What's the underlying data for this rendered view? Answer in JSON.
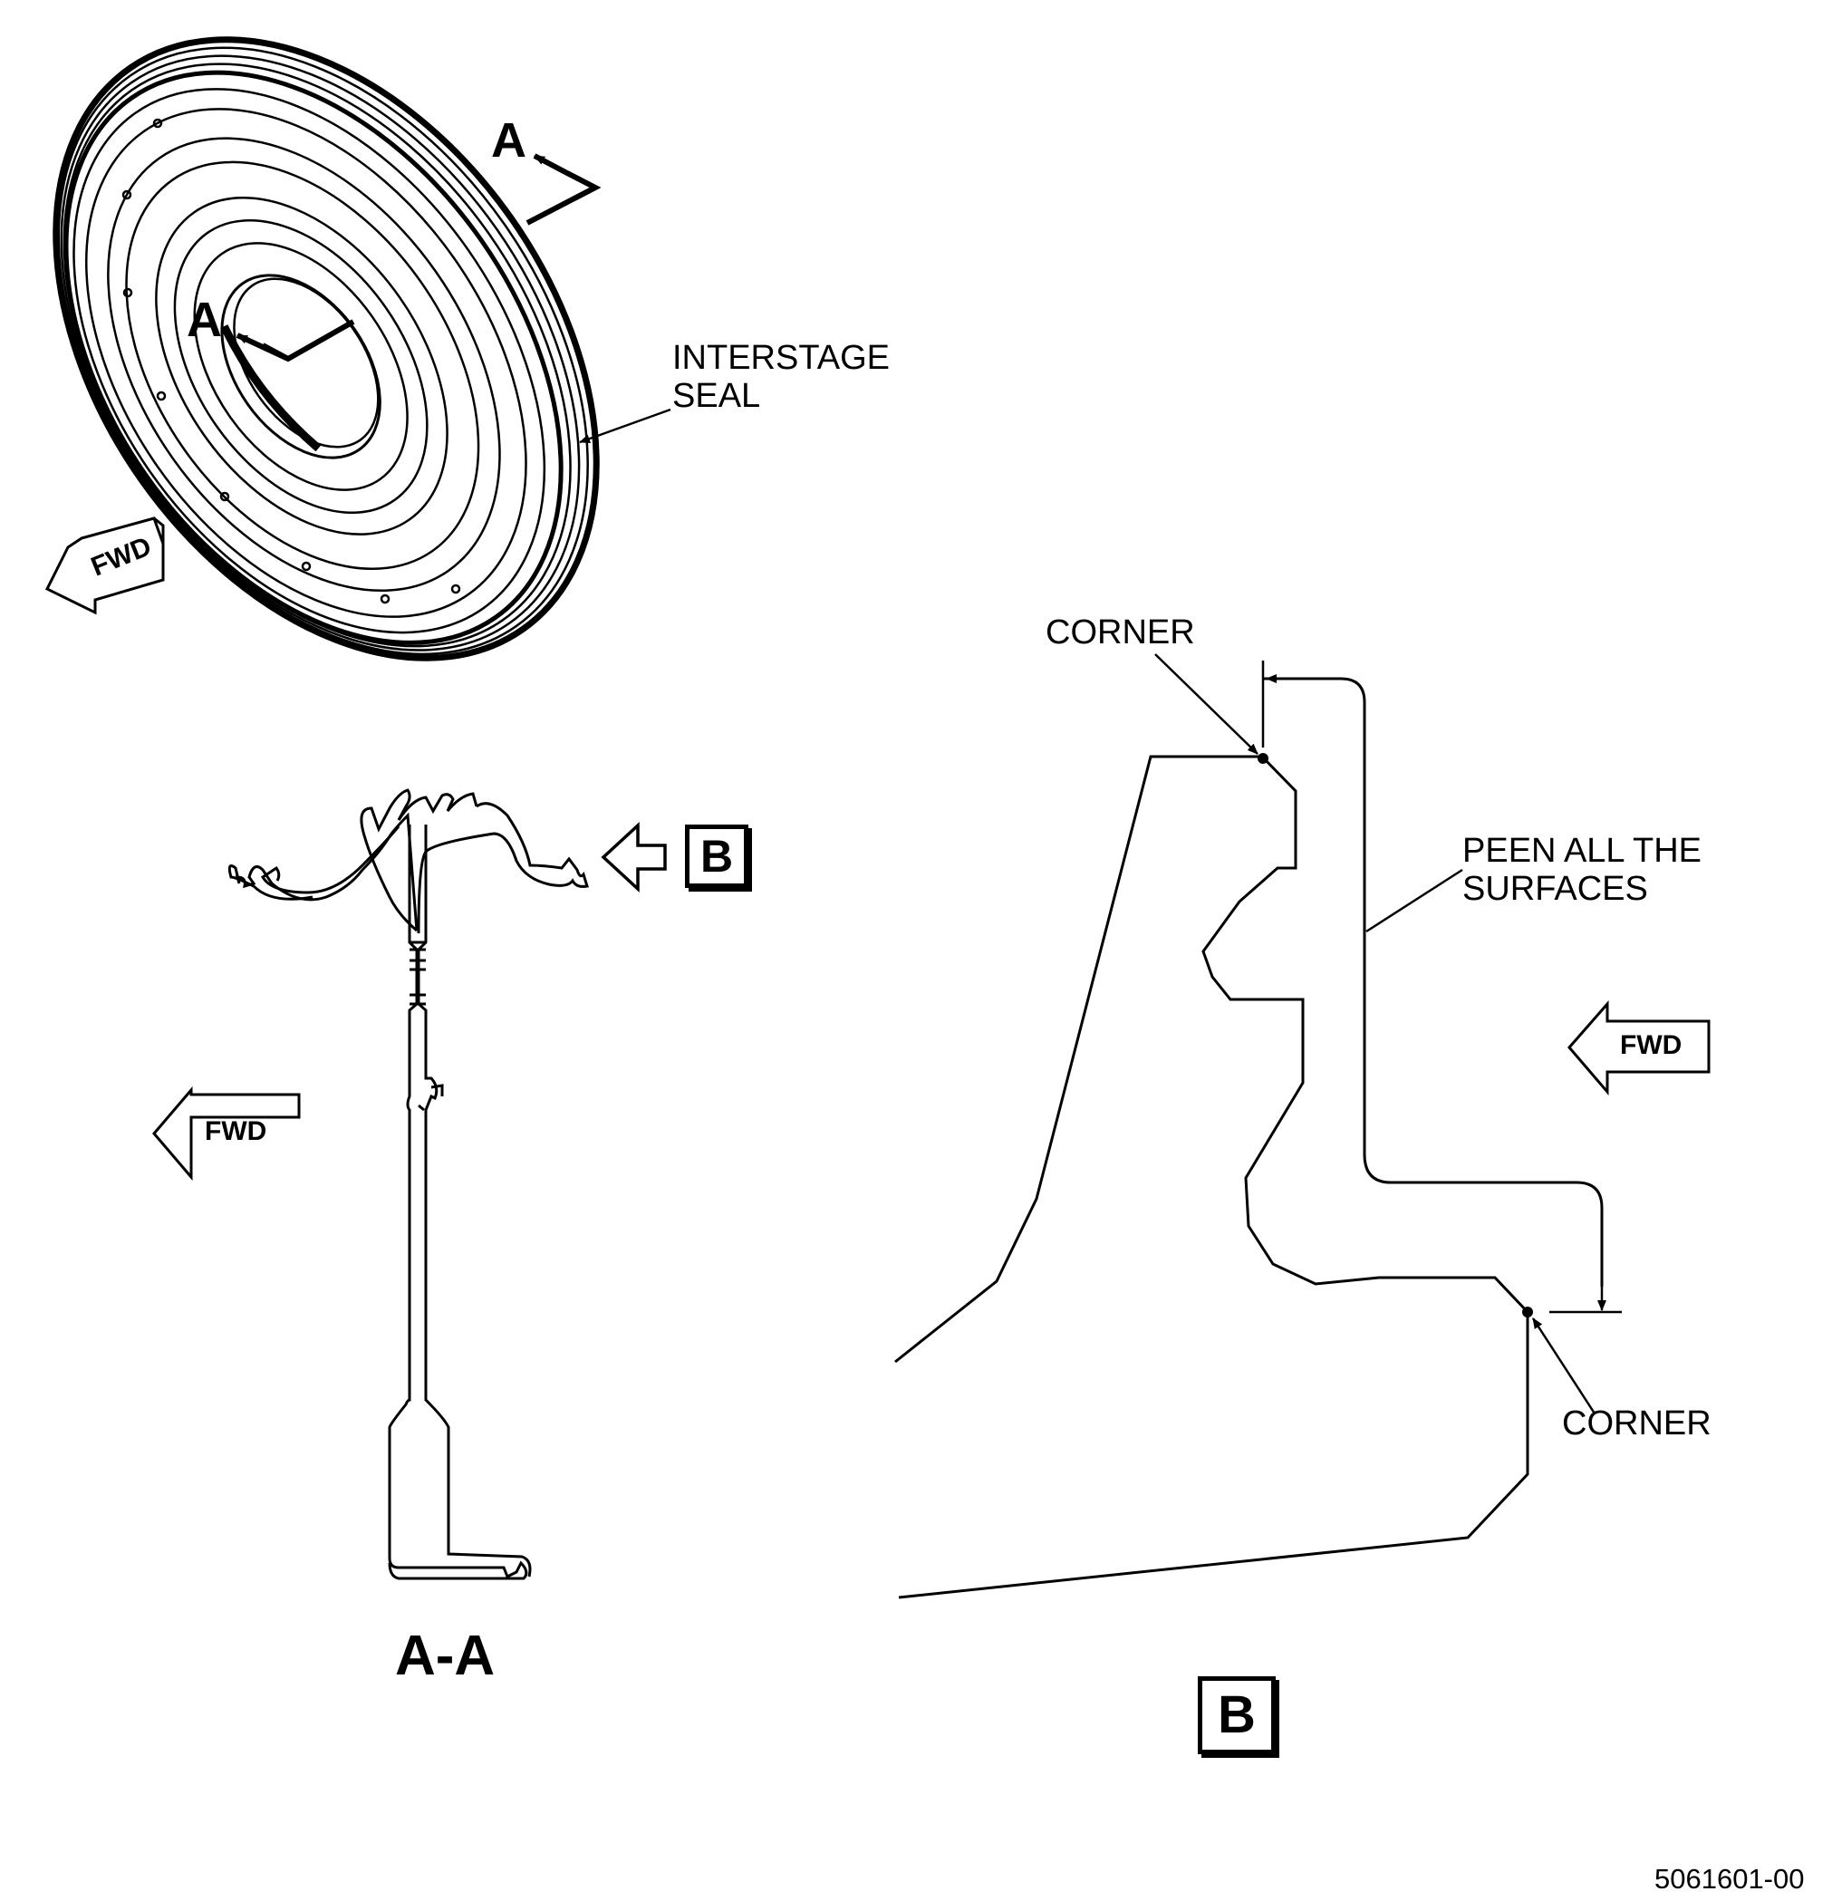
{
  "isometric_view": {
    "section_marker_top": "A",
    "section_marker_bottom": "A",
    "part_label": "INTERSTAGE\nSEAL",
    "fwd_label": "FWD"
  },
  "section_view": {
    "title": "A-A",
    "detail_ref": "B",
    "fwd_label": "FWD"
  },
  "detail_view": {
    "title": "B",
    "corner_top_label": "CORNER",
    "corner_bottom_label": "CORNER",
    "peen_label": "PEEN ALL THE\nSURFACES",
    "fwd_label": "FWD"
  },
  "document_number": "5061601-00"
}
